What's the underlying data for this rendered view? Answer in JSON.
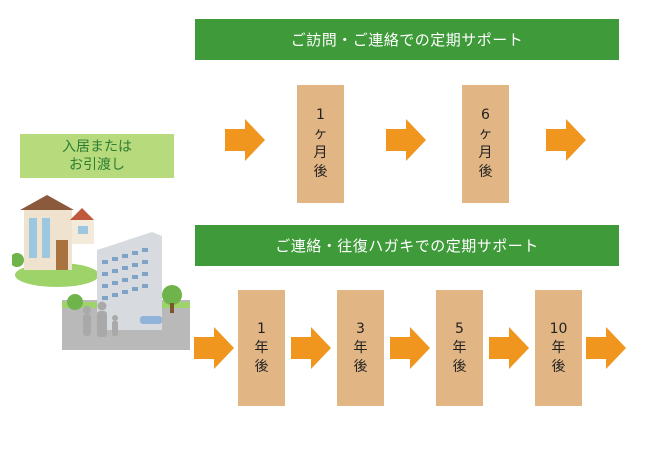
{
  "visit_support": {
    "title": "ご訪問・ご連絡での定期サポート",
    "steps": [
      "1\nヶ\n月\n後",
      "6\nヶ\n月\n後"
    ]
  },
  "mail_support": {
    "title": "ご連絡・往復ハガキでの定期サポート",
    "steps": [
      "1\n年\n後",
      "3\n年\n後",
      "5\n年\n後",
      "10\n年\n後"
    ]
  },
  "move_in": {
    "line1": "入居または",
    "line2": "お引渡し"
  },
  "colors": {
    "banner": "#3f9a3a",
    "step_box": "#e2b585",
    "arrow": "#f0961e",
    "move_in_box": "#b6da7c",
    "move_in_text": "#2e7d32"
  },
  "icons": [
    "arrow-right-icon",
    "house-and-apartment-illustration"
  ]
}
